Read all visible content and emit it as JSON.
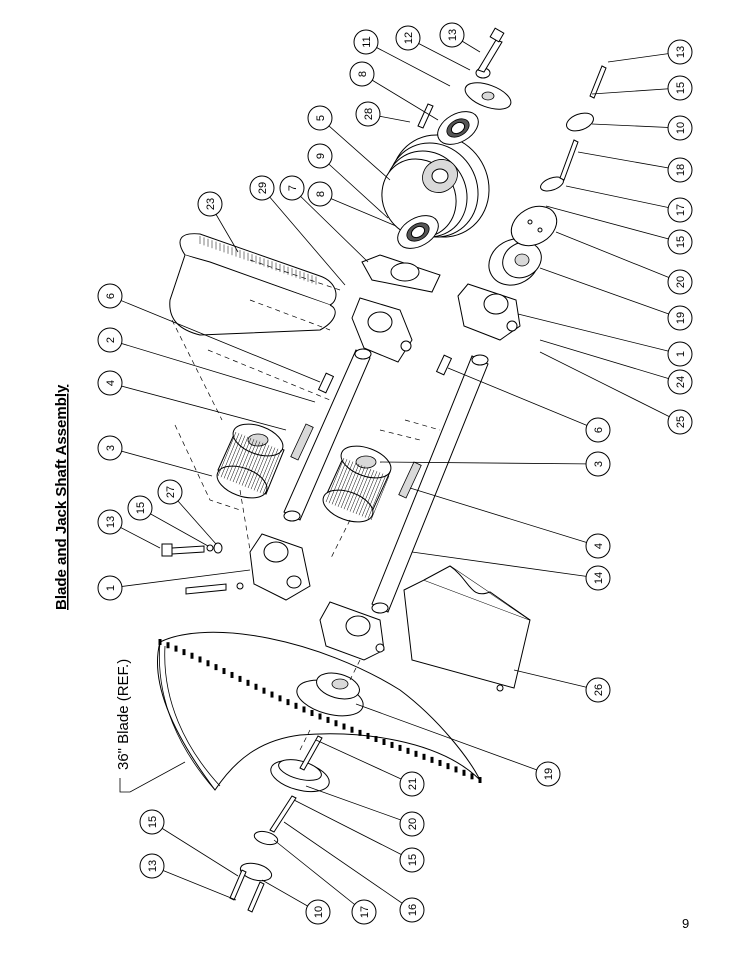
{
  "page": {
    "title": "Blade and Jack Shaft Assembly",
    "blade_note": "36\" Blade (REF.)",
    "page_number": "9"
  },
  "callouts": [
    {
      "id": "c-13-top",
      "label": "13"
    },
    {
      "id": "c-12",
      "label": "12"
    },
    {
      "id": "c-11",
      "label": "11"
    },
    {
      "id": "c-8-top",
      "label": "8"
    },
    {
      "id": "c-28",
      "label": "28"
    },
    {
      "id": "c-5",
      "label": "5"
    },
    {
      "id": "c-9",
      "label": "9"
    },
    {
      "id": "c-8-mid",
      "label": "8"
    },
    {
      "id": "c-7",
      "label": "7"
    },
    {
      "id": "c-29",
      "label": "29"
    },
    {
      "id": "c-23",
      "label": "23"
    },
    {
      "id": "c-6-left",
      "label": "6"
    },
    {
      "id": "c-2",
      "label": "2"
    },
    {
      "id": "c-4-left",
      "label": "4"
    },
    {
      "id": "c-3-left",
      "label": "3"
    },
    {
      "id": "c-13-left",
      "label": "13"
    },
    {
      "id": "c-15-left",
      "label": "15"
    },
    {
      "id": "c-27",
      "label": "27"
    },
    {
      "id": "c-1-left",
      "label": "1"
    },
    {
      "id": "c-13-right",
      "label": "13"
    },
    {
      "id": "c-15-right-top",
      "label": "15"
    },
    {
      "id": "c-10-right",
      "label": "10"
    },
    {
      "id": "c-18",
      "label": "18"
    },
    {
      "id": "c-17-right",
      "label": "17"
    },
    {
      "id": "c-15-right-mid",
      "label": "15"
    },
    {
      "id": "c-20-right",
      "label": "20"
    },
    {
      "id": "c-19-right",
      "label": "19"
    },
    {
      "id": "c-1-right",
      "label": "1"
    },
    {
      "id": "c-24",
      "label": "24"
    },
    {
      "id": "c-25",
      "label": "25"
    },
    {
      "id": "c-6-right",
      "label": "6"
    },
    {
      "id": "c-3-right",
      "label": "3"
    },
    {
      "id": "c-4-right",
      "label": "4"
    },
    {
      "id": "c-14",
      "label": "14"
    },
    {
      "id": "c-26",
      "label": "26"
    },
    {
      "id": "c-19-bottom",
      "label": "19"
    },
    {
      "id": "c-21",
      "label": "21"
    },
    {
      "id": "c-20-bottom",
      "label": "20"
    },
    {
      "id": "c-15-bottom",
      "label": "15"
    },
    {
      "id": "c-16",
      "label": "16"
    },
    {
      "id": "c-17-bottom",
      "label": "17"
    },
    {
      "id": "c-10-bottom",
      "label": "10"
    },
    {
      "id": "c-15-bottom-left",
      "label": "15"
    },
    {
      "id": "c-13-bottom-left",
      "label": "13"
    }
  ]
}
